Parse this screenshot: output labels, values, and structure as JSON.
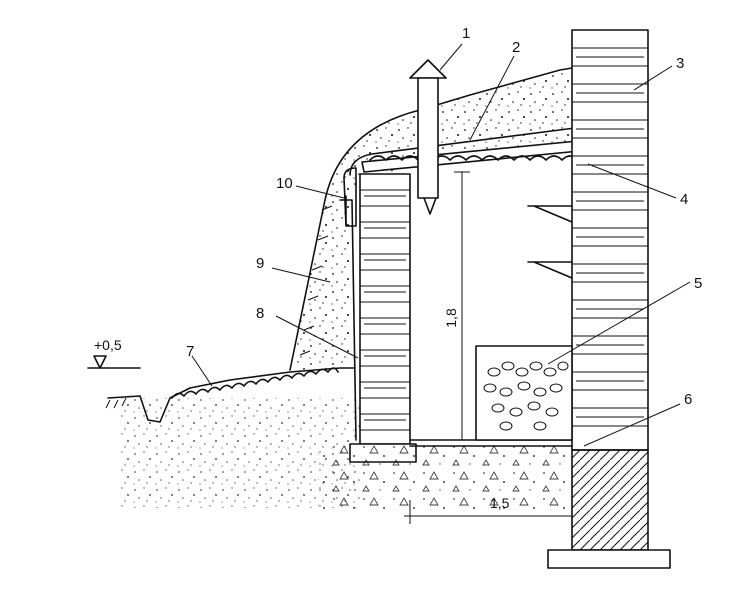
{
  "labels": {
    "n1": "1",
    "n2": "2",
    "n3": "3",
    "n4": "4",
    "n5": "5",
    "n6": "6",
    "n7": "7",
    "n8": "8",
    "n9": "9",
    "n10": "10"
  },
  "dimensions": {
    "height": "1,8",
    "width": "1,5",
    "level": "+0,5"
  }
}
